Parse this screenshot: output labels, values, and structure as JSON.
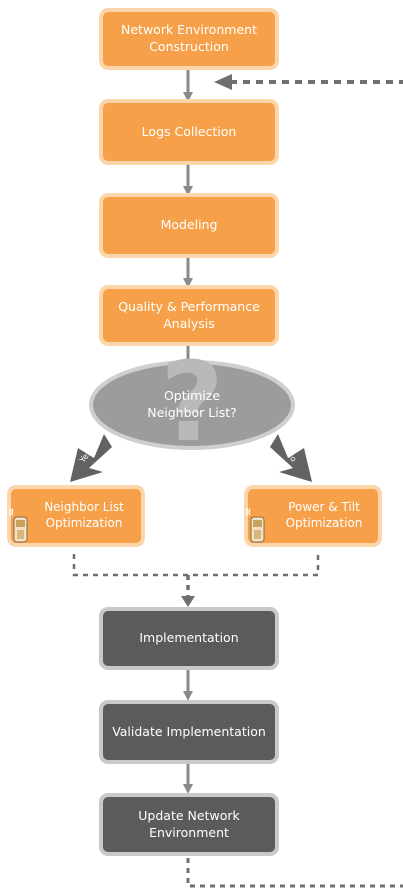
{
  "nodes": {
    "network_environment_construction": "Network Environment\nConstruction",
    "logs_collection": "Logs Collection",
    "modeling": "Modeling",
    "quality_performance_analysis": "Quality & Performance\nAnalysis",
    "decision": "Optimize\nNeighbor List?",
    "decision_mark": "?",
    "neighbor_list_optimization": "Neighbor List\nOptimization",
    "power_tilt_optimization": "Power & Tilt\nOptimization",
    "implementation": "Implementation",
    "validate_implementation": "Validate Implementation",
    "update_network_environment": "Update Network\nEnvironment"
  },
  "branches": {
    "yes": "Yes",
    "no": "No"
  },
  "colors": {
    "orange_fill": "#f7a04a",
    "orange_border": "#fbd6ad",
    "gray_fill": "#5b5b5b",
    "gray_border": "#c9c9c9",
    "decision_fill": "#9c9c9c",
    "decision_border": "#cfcfcf",
    "arrow": "#8a8a8a",
    "dashed_line": "#6f6f6f"
  },
  "icons": [
    "arrow-down-icon",
    "dashed-feedback-arrow-icon",
    "mobile-phone-icon",
    "question-mark-icon"
  ]
}
